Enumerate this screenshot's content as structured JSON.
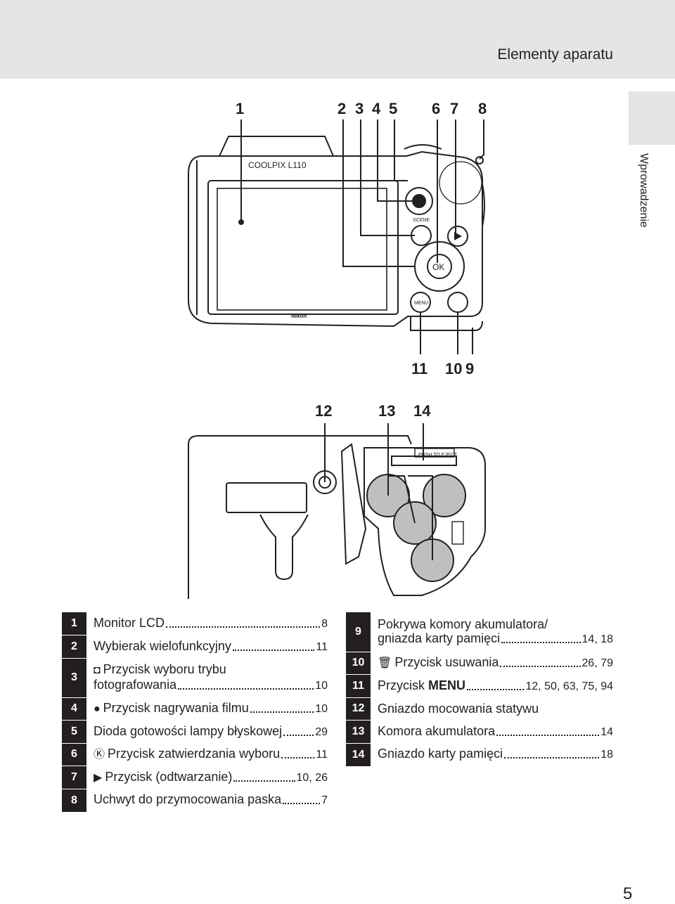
{
  "header": {
    "title": "Elementy aparatu"
  },
  "side_tab": {
    "label": "Wprowadzenie"
  },
  "page_number": "5",
  "diagram_top": {
    "brand_label": "COOLPIX L110",
    "nikon_label": "Nikon",
    "scene_label": "SCENE",
    "ok_label": "OK",
    "menu_label": "MENU",
    "callouts_top": [
      "1",
      "2",
      "3",
      "4",
      "5",
      "6",
      "7",
      "8"
    ],
    "callouts_bottom": [
      "11",
      "10",
      "9"
    ]
  },
  "diagram_bottom": {
    "eject_label": "PUSH TO EJECT",
    "callouts": [
      "12",
      "13",
      "14"
    ]
  },
  "legend_left": [
    {
      "num": "1",
      "icon": "",
      "text": "Monitor LCD",
      "page": "8"
    },
    {
      "num": "2",
      "icon": "",
      "text": "Wybierak wielofunkcyjny",
      "page": "11"
    },
    {
      "num": "3",
      "icon": "camera-icon",
      "text_line1": "Przycisk wyboru trybu",
      "text_line2": "fotografowania",
      "page": "10"
    },
    {
      "num": "4",
      "icon": "record-icon",
      "text": "Przycisk nagrywania filmu",
      "page": "10"
    },
    {
      "num": "5",
      "icon": "",
      "text": "Dioda gotowości lampy błyskowej",
      "page": "29"
    },
    {
      "num": "6",
      "icon": "ok-icon",
      "text": "Przycisk zatwierdzania wyboru",
      "page": "11"
    },
    {
      "num": "7",
      "icon": "play-icon",
      "text": "Przycisk (odtwarzanie)",
      "page": "10, 26"
    },
    {
      "num": "8",
      "icon": "",
      "text": "Uchwyt do przymocowania paska",
      "page": "7"
    }
  ],
  "legend_right": [
    {
      "num": "9",
      "icon": "",
      "text_line1": "Pokrywa komory akumulatora/",
      "text_line2": "gniazda karty pamięci",
      "page": "14, 18"
    },
    {
      "num": "10",
      "icon": "trash-icon",
      "text": "Przycisk usuwania",
      "page": "26, 79"
    },
    {
      "num": "11",
      "icon": "",
      "text": "Przycisk",
      "menu_text": "MENU",
      "page": "12, 50, 63, 75, 94"
    },
    {
      "num": "12",
      "icon": "",
      "text": "Gniazdo mocowania statywu",
      "page": ""
    },
    {
      "num": "13",
      "icon": "",
      "text": "Komora akumulatora",
      "page": "14"
    },
    {
      "num": "14",
      "icon": "",
      "text": "Gniazdo karty pamięci",
      "page": "18"
    }
  ],
  "icons": {
    "camera": "◘",
    "record": "●",
    "ok": "Ⓚ",
    "play": "▶",
    "trash": "🗑"
  }
}
